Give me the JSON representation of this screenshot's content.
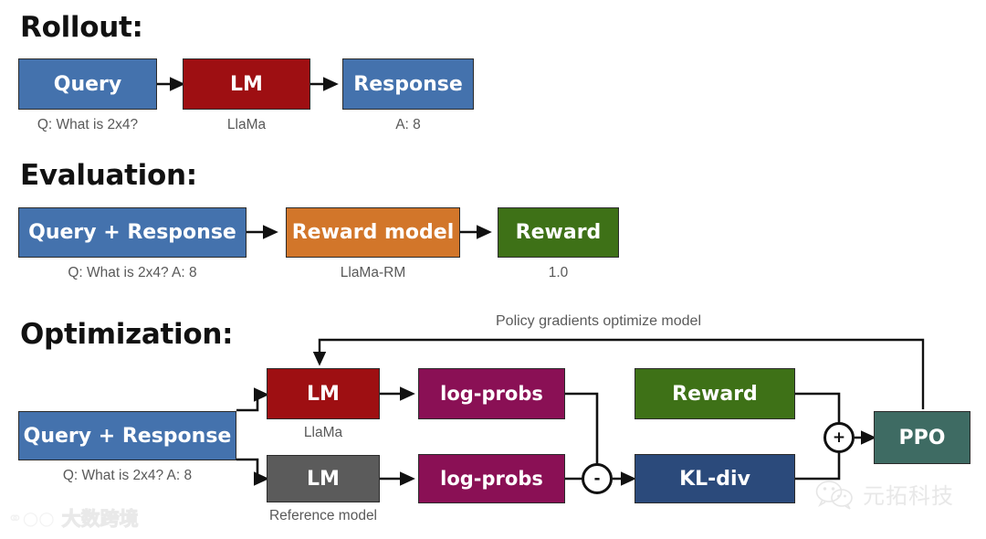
{
  "diagram": {
    "title_rollout": "Rollout:",
    "title_evaluation": "Evaluation:",
    "title_optimization": "Optimization:",
    "feedback_label": "Policy gradients optimize model"
  },
  "colors": {
    "blue": "#4472ad",
    "dark_red": "#9e0f12",
    "orange": "#d2762a",
    "green": "#3e7117",
    "magenta": "#8a1055",
    "grey": "#5b5b5b",
    "navy": "#2b4a7b",
    "teal": "#3e6b63",
    "stroke": "#2b2b2b",
    "caption_text": "#595959"
  },
  "rollout": {
    "nodes": [
      {
        "label": "Query",
        "caption": "Q: What is 2x4?",
        "color_key": "blue"
      },
      {
        "label": "LM",
        "caption": "LlaMa",
        "color_key": "dark_red"
      },
      {
        "label": "Response",
        "caption": "A: 8",
        "color_key": "blue"
      }
    ]
  },
  "evaluation": {
    "nodes": [
      {
        "label": "Query + Response",
        "caption": "Q: What is 2x4? A: 8",
        "color_key": "blue"
      },
      {
        "label": "Reward model",
        "caption": "LlaMa-RM",
        "color_key": "orange"
      },
      {
        "label": "Reward",
        "caption": "1.0",
        "color_key": "green"
      }
    ]
  },
  "optimization": {
    "input": {
      "label": "Query + Response",
      "caption": "Q: What is 2x4? A: 8"
    },
    "policy_lm": {
      "label": "LM",
      "caption": "LlaMa"
    },
    "reference_lm": {
      "label": "LM",
      "caption": "Reference model"
    },
    "logprobs_top": {
      "label": "log-probs"
    },
    "logprobs_bottom": {
      "label": "log-probs"
    },
    "reward": {
      "label": "Reward"
    },
    "kl_div": {
      "label": "KL-div"
    },
    "ppo": {
      "label": "PPO"
    },
    "minus_op": {
      "label": "-"
    },
    "plus_op": {
      "label": "+"
    }
  },
  "watermarks": {
    "bottom_left": {
      "mark": "paw-logo-icon",
      "text": "大数跨境"
    },
    "bottom_right": {
      "mark": "wechat-icon",
      "text": "元拓科技"
    }
  }
}
